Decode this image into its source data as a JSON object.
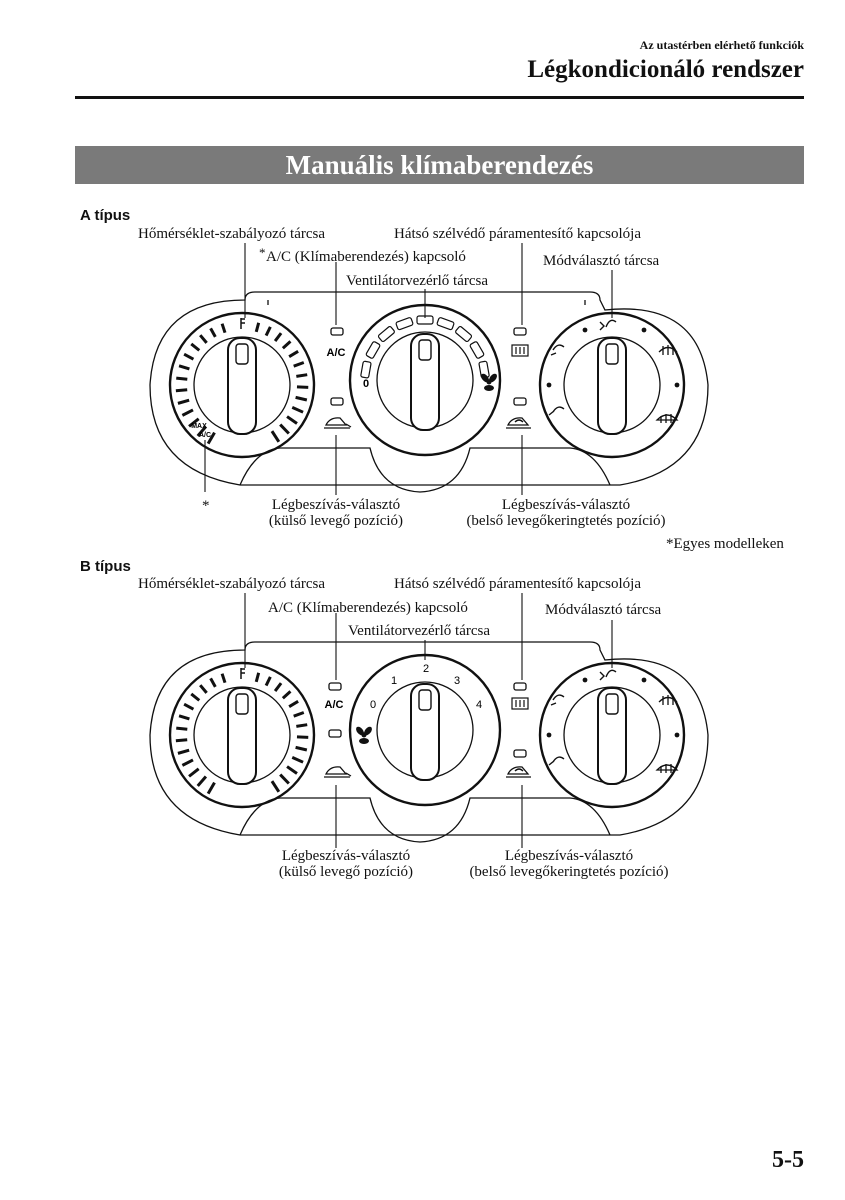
{
  "header": {
    "section": "Az utastérben elérhető funkciók",
    "title": "Légkondicionáló rendszer"
  },
  "banner": {
    "title": "Manuális klímaberendezés"
  },
  "type_a": {
    "label": "A típus",
    "temp_dial": "Hőmérséklet-szabályozó tárcsa",
    "ac_switch": "A/C (Klímaberendezés) kapcsoló",
    "ac_asterisk": "*",
    "fan_dial": "Ventilátorvezérlő tárcsa",
    "rear_defrost": "Hátsó szélvédő páramentesítő kapcsolója",
    "mode_dial": "Módválasztó tárcsa",
    "intake_outside_1": "Légbeszívás-választó",
    "intake_outside_2": "(külső levegő pozíció)",
    "intake_recirc_1": "Légbeszívás-választó",
    "intake_recirc_2": "(belső levegőkeringtetés pozíció)",
    "max_asterisk": "*",
    "footnote": "*Egyes modelleken",
    "panel": {
      "ac": "A/C",
      "max": "MAX",
      "max_ac": "A/C",
      "fan_off": "0"
    }
  },
  "type_b": {
    "label": "B típus",
    "temp_dial": "Hőmérséklet-szabályozó tárcsa",
    "ac_switch": "A/C (Klímaberendezés) kapcsoló",
    "fan_dial": "Ventilátorvezérlő tárcsa",
    "rear_defrost": "Hátsó szélvédő páramentesítő kapcsolója",
    "mode_dial": "Módválasztó tárcsa",
    "intake_outside_1": "Légbeszívás-választó",
    "intake_outside_2": "(külső levegő pozíció)",
    "intake_recirc_1": "Légbeszívás-választó",
    "intake_recirc_2": "(belső levegőkeringtetés pozíció)",
    "panel": {
      "ac": "A/C",
      "fan_0": "0",
      "fan_1": "1",
      "fan_2": "2",
      "fan_3": "3",
      "fan_4": "4"
    }
  },
  "footer": {
    "page": "5-5"
  },
  "icons": [
    "thermometer-icon",
    "fan-icon",
    "rear-defrost-icon",
    "front-defrost-icon",
    "face-vent-icon",
    "foot-vent-icon",
    "outside-air-icon",
    "recirculation-icon"
  ]
}
